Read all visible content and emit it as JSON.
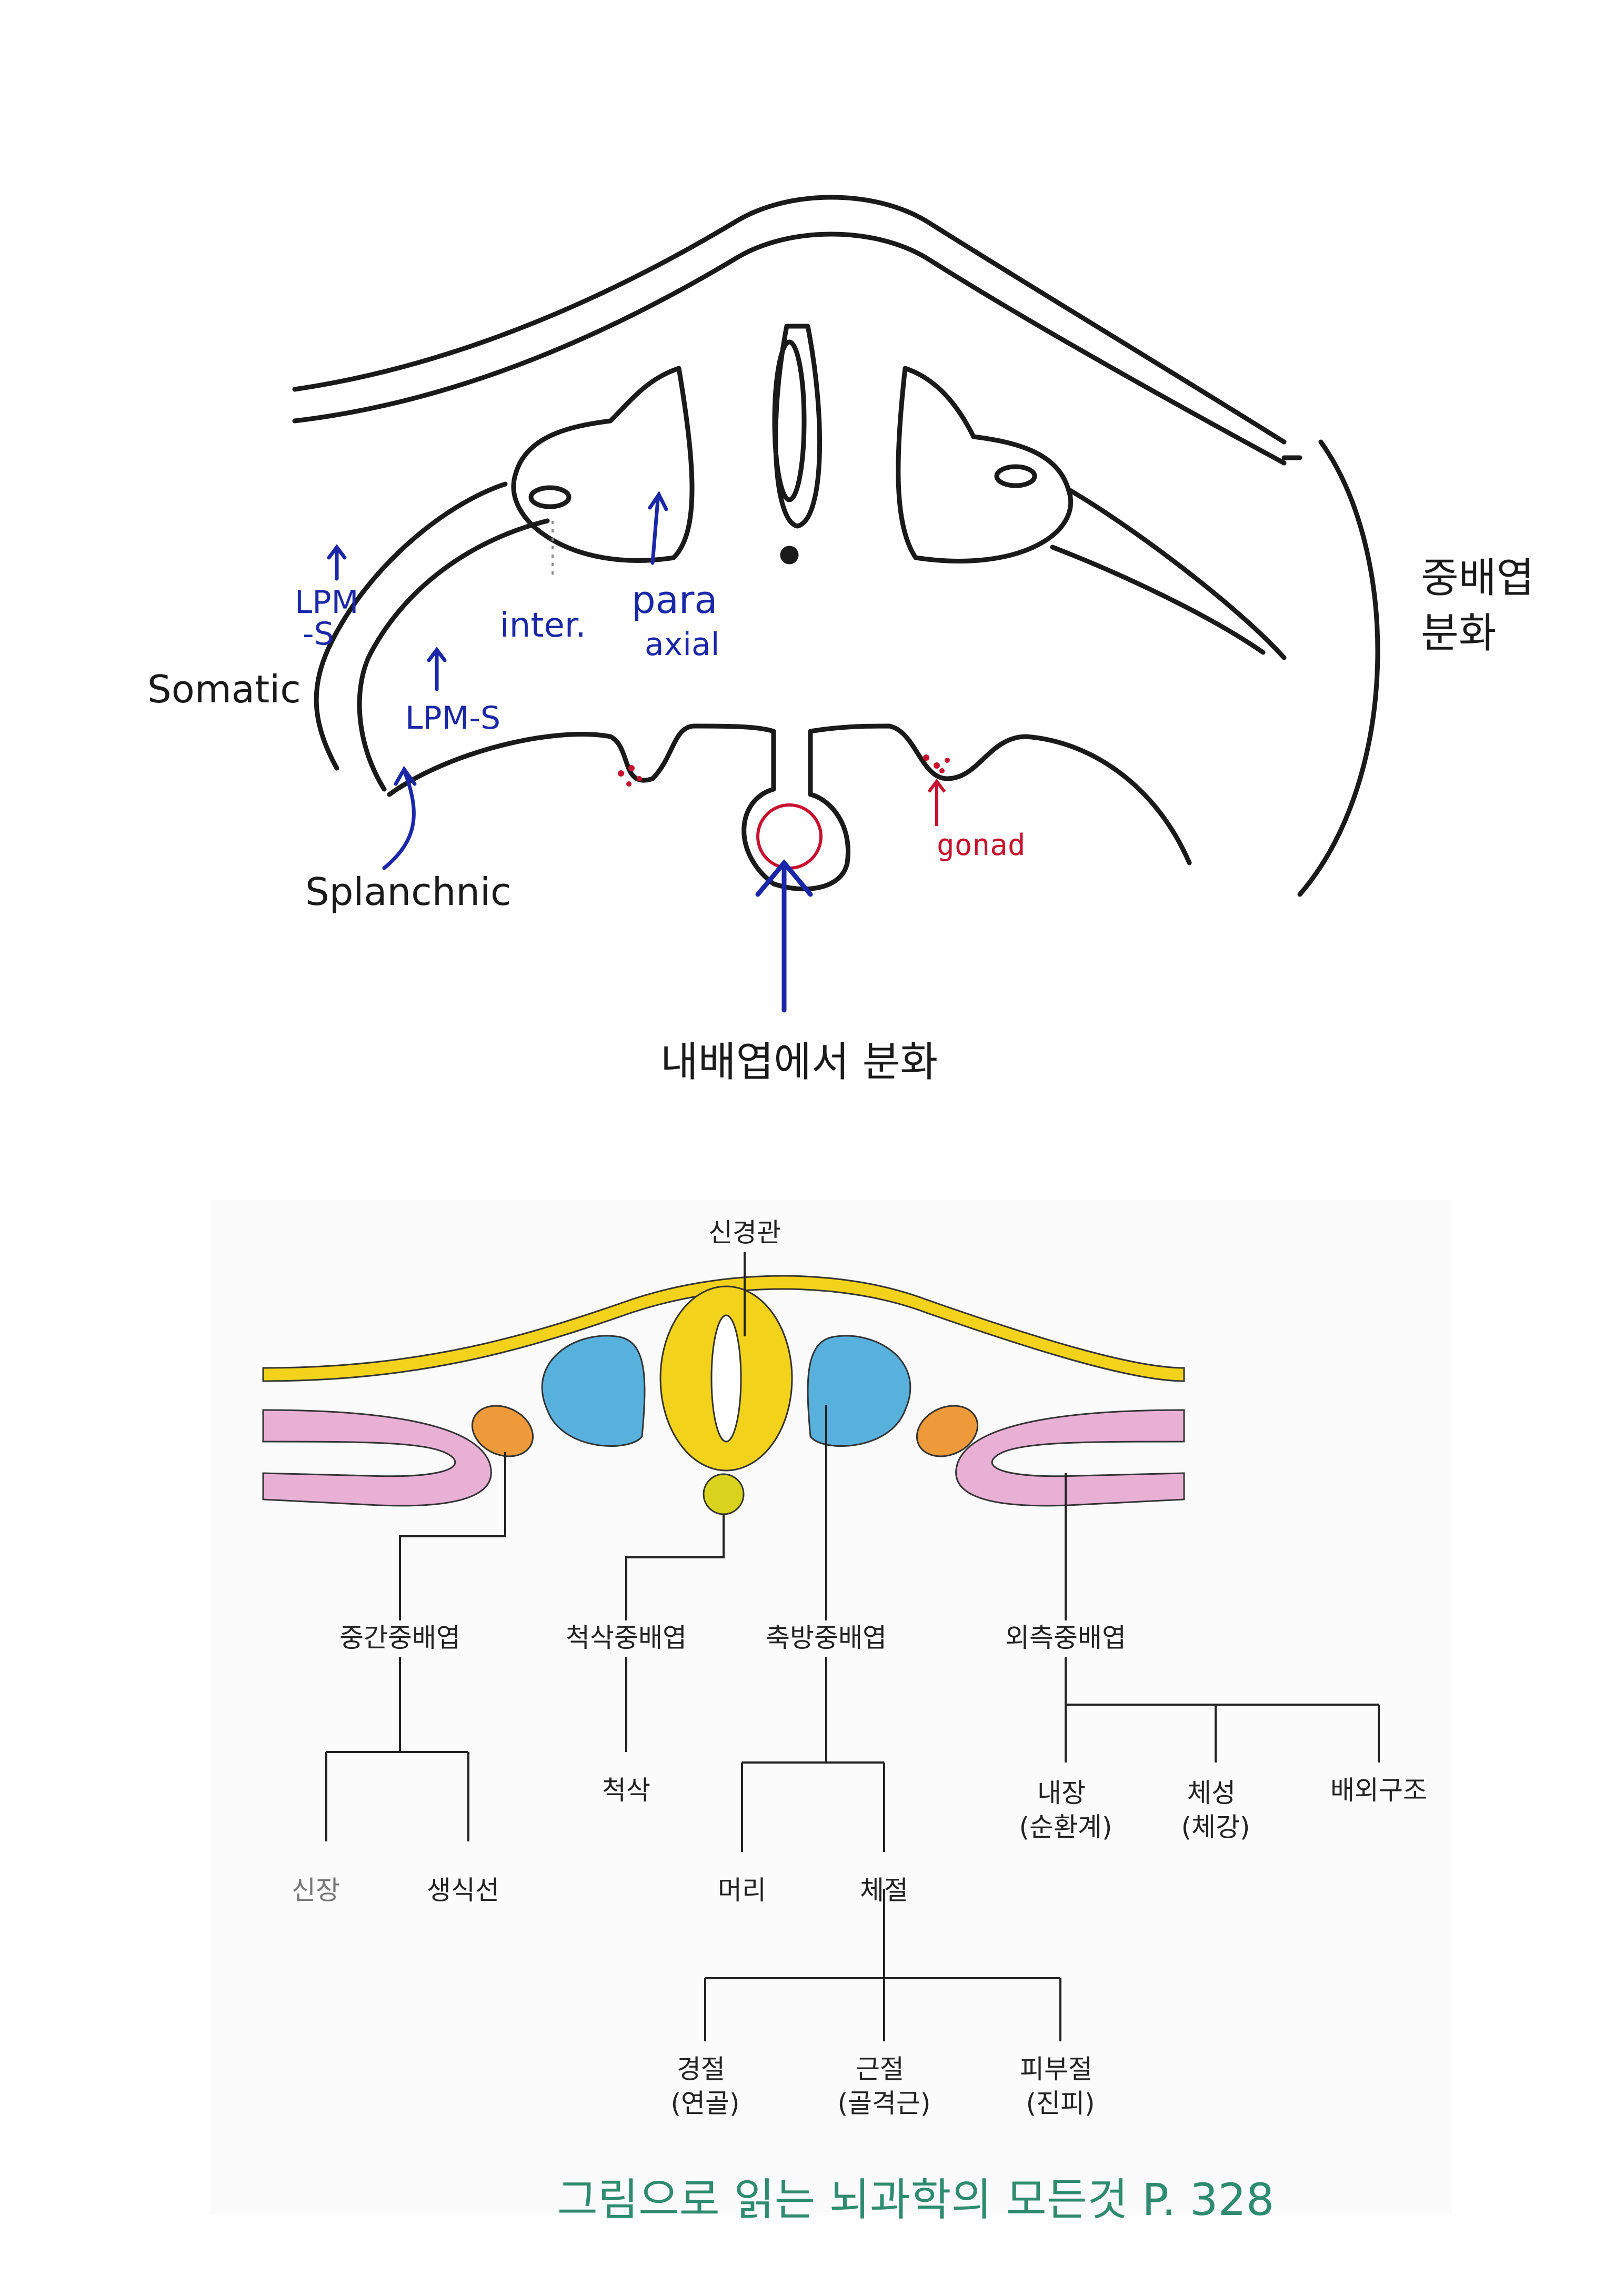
{
  "sketch": {
    "labels": {
      "lpm_s_1": "LPM\n-S",
      "lpm_s_2": "LPM-S",
      "inter": "inter.",
      "para_axial": "para\naxial",
      "gonad": "gonad",
      "somatic": "Somatic",
      "splanchnic": "Splanchnic",
      "endoderm_note": "내배엽에서 분화",
      "mesoderm_note": "중배엽\n분화"
    }
  },
  "textbook": {
    "neural_tube": "신경관",
    "intermediate_mesoderm": "중간중배엽",
    "notochord_mesoderm": "척삭중배엽",
    "paraxial_mesoderm": "축방중배엽",
    "lateral_mesoderm": "외측중배엽",
    "kidney": "신장",
    "gonad": "생식선",
    "notochord": "척삭",
    "head": "머리",
    "somite": "체절",
    "viscera": "내장\n(순환계)",
    "body_wall": "체성\n(체강)",
    "extraembryonic": "배외구조",
    "sclerotome": "경절\n(연골)",
    "myotome": "근절\n(골격근)",
    "dermatome": "피부절\n(진피)"
  },
  "caption": "그림으로 읽는 뇌과학의 모든것 P. 328",
  "colors": {
    "ink": "#1a1a1a",
    "blue_ink": "#1a27a8",
    "red_ink": "#c8102e",
    "yellow": "#f2d21b",
    "blue_fill": "#58b1dc",
    "orange": "#ef9a3a",
    "pink": "#e9b0d6",
    "caption_green": "#2e8b6e"
  }
}
